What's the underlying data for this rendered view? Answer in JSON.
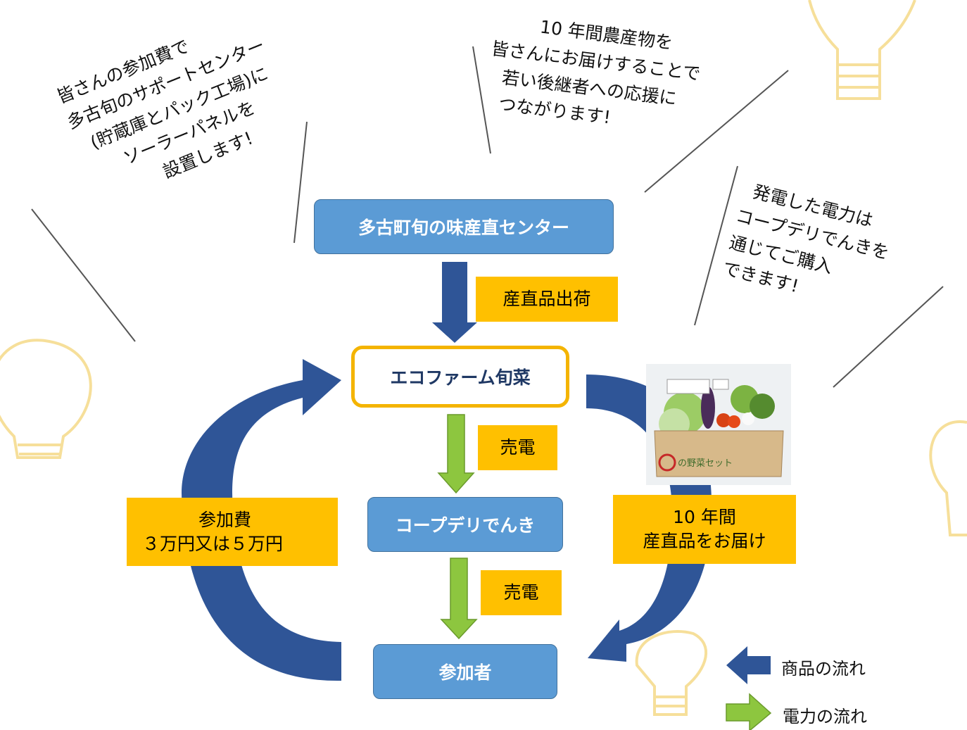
{
  "nodes": {
    "center": "多古町旬の味産直センター",
    "farm": "エコファーム旬菜",
    "coop": "コープデリでんき",
    "participants": "参加者"
  },
  "labels": {
    "shipment": "産直品出荷",
    "sell_power_1": "売電",
    "sell_power_2": "売電",
    "fee_line1": "参加費",
    "fee_line2": "３万円又は５万円",
    "deliver_line1": "10 年間",
    "deliver_line2": "産直品をお届け"
  },
  "notes": {
    "left": [
      "皆さんの参加費で",
      "多古旬のサポートセンター",
      "(貯蔵庫とパック工場)に",
      "ソーラーパネルを",
      "設置します!"
    ],
    "top": [
      "10 年間農産物を",
      "皆さんにお届けすることで",
      "若い後継者への応援に",
      "つながります!"
    ],
    "right": [
      "発電した電力は",
      "コープデリでんきを",
      "通じてご購入",
      "できます!"
    ]
  },
  "photo": {
    "box_text": "の野菜セット"
  },
  "legend": {
    "goods": "商品の流れ",
    "power": "電力の流れ"
  },
  "colors": {
    "node_blue": "#5b9bd5",
    "arrow_navy": "#2f5597",
    "arrow_green": "#8dc63f",
    "tag_yellow": "#ffc000",
    "highlight_border": "#f4b400"
  }
}
